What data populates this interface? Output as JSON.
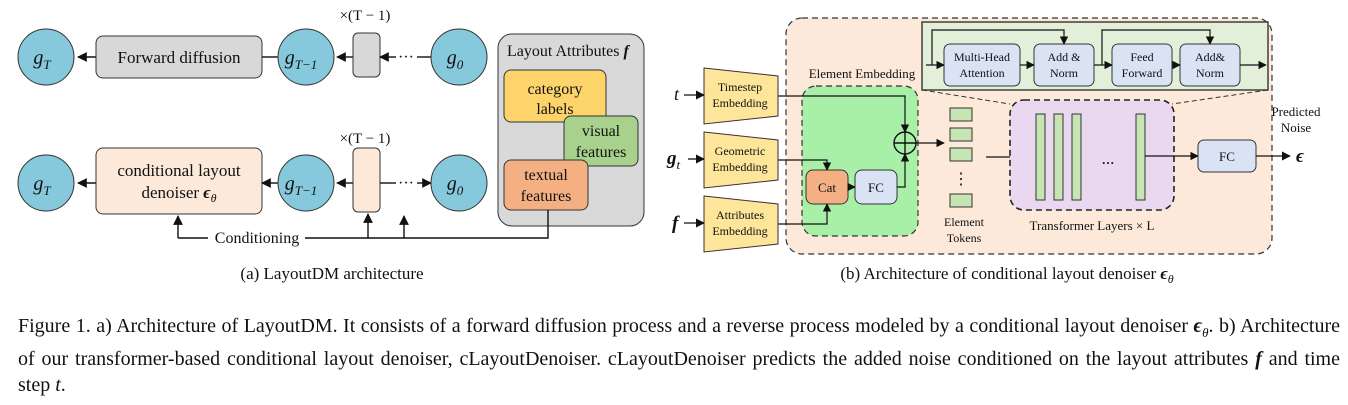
{
  "panel_a": {
    "gT": "g",
    "gT_sub": "T",
    "gTm1": "g",
    "gTm1_sub": "T−1",
    "g0": "g",
    "g0_sub": "0",
    "forward_diffusion": "Forward diffusion",
    "repeat_top": "×(T − 1)",
    "repeat_bottom": "×(T − 1)",
    "ellipsis": "···",
    "denoiser_line1": "conditional layout",
    "denoiser_line2": "denoiser ",
    "denoiser_eps": "ϵ",
    "denoiser_eps_sub": "θ",
    "layout_attributes_title": "Layout Attributes ",
    "layout_attributes_f": "f",
    "category_line1": "category",
    "category_line2": "labels",
    "visual_line1": "visual",
    "visual_line2": "features",
    "textual_line1": "textual",
    "textual_line2": "features",
    "conditioning": "Conditioning",
    "subcaption": "(a) LayoutDM architecture"
  },
  "panel_b": {
    "input_t": "t",
    "input_g": "g",
    "input_g_sub": "t",
    "input_f": "f",
    "timestep_line1": "Timestep",
    "timestep_line2": "Embedding",
    "geometric_line1": "Geometric",
    "geometric_line2": "Embedding",
    "attributes_line1": "Attributes",
    "attributes_line2": "Embedding",
    "element_embedding": "Element Embedding",
    "cat": "Cat",
    "fc_small": "FC",
    "plus": "⊕",
    "element_tokens_line1": "Element",
    "element_tokens_line2": "Tokens",
    "token_dots": "⋮",
    "mha_line1": "Multi-Head",
    "mha_line2": "Attention",
    "addnorm1_line1": "Add &",
    "addnorm1_line2": "Norm",
    "ff_line1": "Feed",
    "ff_line2": "Forward",
    "addnorm2_line1": "Add&",
    "addnorm2_line2": "Norm",
    "layer_dots": "...",
    "transformer_layers": "Transformer Layers × L",
    "fc_out": "FC",
    "predicted_line1": "Predicted",
    "predicted_line2": "Noise",
    "output_eps": "ϵ",
    "subcaption_text": "(b) Architecture of conditional layout denoiser ",
    "subcaption_eps": "ϵ",
    "subcaption_eps_sub": "θ"
  },
  "caption": {
    "s1": "Figure 1. a) Architecture of LayoutDM. It consists of a forward diffusion process and a reverse process modeled by a conditional layout denoiser ",
    "eps": "ϵ",
    "eps_sub": "θ",
    "s2": ". b) Architecture of our transformer-based conditional layout denoiser, cLayoutDenoiser. cLayoutDenoiser predicts the added noise conditioned on the layout attributes ",
    "f": "f",
    "s3": " and time step ",
    "t": "t",
    "s4": "."
  },
  "colors": {
    "circle_fill": "#86c8dc",
    "gray_box": "#d8d8d8",
    "peach_box": "#fde9d9",
    "yellow": "#fcd46a",
    "green": "#a8d18d",
    "orange": "#f4b083",
    "embed_fill": "#fde59a",
    "element_embed_fill": "#a8f0a8",
    "transformer_fill": "#e9d8f0",
    "block_fill": "#dae3f3",
    "attr_panel": "#d9d9d9",
    "token_fill": "#c6e5b3",
    "top_band": "#e2efd9"
  }
}
